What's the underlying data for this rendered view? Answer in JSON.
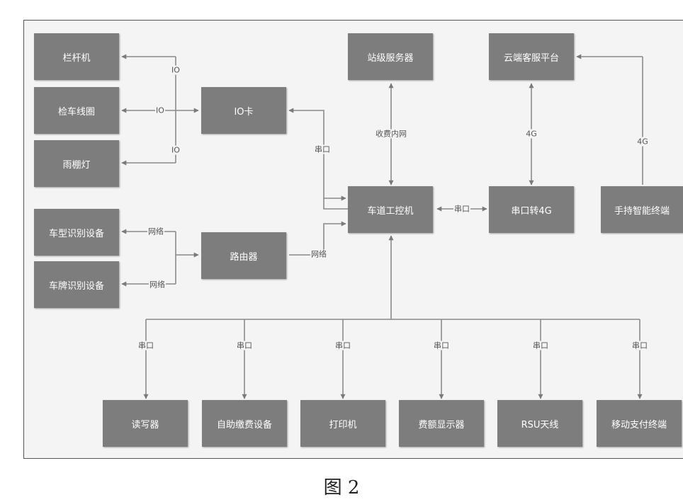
{
  "nodes": {
    "langanji": "栏杆机",
    "jianche": "检车线圈",
    "yupeng": "雨棚灯",
    "iocard": "IO卡",
    "chexing": "车型识别设备",
    "chepai": "车牌识别设备",
    "router": "路由器",
    "server": "站级服务器",
    "ipc": "车道工控机",
    "cloud": "云端客服平台",
    "s4g": "串口转4G",
    "handheld": "手持智能终端",
    "reader": "读写器",
    "selfpay": "自助缴费设备",
    "printer": "打印机",
    "feedisp": "费额显示器",
    "rsu": "RSU天线",
    "mobilepay": "移动支付终端"
  },
  "edges": {
    "io_top": "IO",
    "io_mid": "IO",
    "io_bot": "IO",
    "serial_iocard": "串口",
    "lan_top": "网络",
    "lan_bot": "网络",
    "lan_router": "网络",
    "toll_net": "收费内网",
    "serial_4g": "串口",
    "g4_cloud": "4G",
    "g4_handheld": "4G",
    "serial_reader": "串口",
    "serial_selfpay": "串口",
    "serial_printer": "串口",
    "serial_feedisp": "串口",
    "serial_rsu": "串口",
    "serial_mobilepay": "串口"
  },
  "caption": "图 2"
}
